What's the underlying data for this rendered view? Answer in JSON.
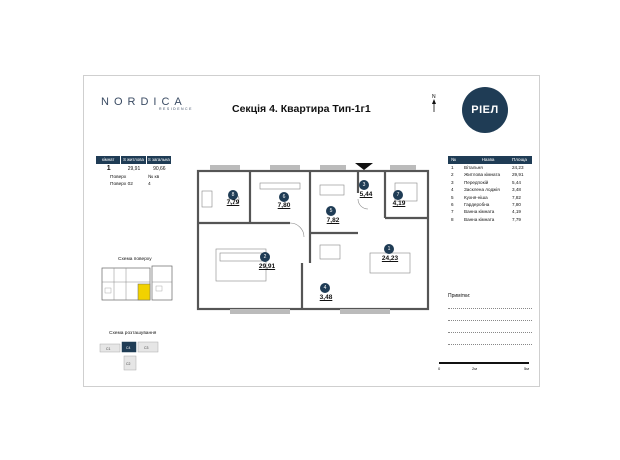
{
  "brand": {
    "name": "NORDICA",
    "sub": "RESIDENCE"
  },
  "title": "Секція 4. Квартира Тип-1г1",
  "north_label": "N",
  "developer_logo": "РІЕЛ",
  "colors": {
    "accent": "#1f3c55",
    "wall": "#555555"
  },
  "apartment_info": {
    "headers": [
      "кімнат",
      "S житлова",
      "S загальна"
    ],
    "values": [
      "1",
      "29,91",
      "90,66"
    ],
    "floor_label": "Поверх",
    "floor_value": "Поверх 02",
    "number_label": "№ кв",
    "number_value": "4"
  },
  "rooms": [
    {
      "n": "1",
      "name": "Вітальня",
      "area": "24,23"
    },
    {
      "n": "2",
      "name": "Житлова кімната",
      "area": "29,91"
    },
    {
      "n": "3",
      "name": "Передпокій",
      "area": "5,44"
    },
    {
      "n": "4",
      "name": "Засклена лоджія",
      "area": "3,48"
    },
    {
      "n": "5",
      "name": "Кухня-ніша",
      "area": "7,82"
    },
    {
      "n": "6",
      "name": "Гардеробна",
      "area": "7,80"
    },
    {
      "n": "7",
      "name": "Ванна кімната",
      "area": "4,19"
    },
    {
      "n": "8",
      "name": "Ванна кімната",
      "area": "7,79"
    }
  ],
  "legend_headers": [
    "№",
    "Назва",
    "Площа"
  ],
  "notes_label": "Примітки:",
  "floor_scheme_label": "Схема поверху",
  "location_scheme_label": "Схема розташування",
  "scale": {
    "t0": "0",
    "t1": "2м",
    "t2": "5м"
  },
  "plan_labels": {
    "r8": "7,79",
    "r6": "7,80",
    "r3": "5,44",
    "r7": "4,19",
    "r5": "7,82",
    "r2": "29,91",
    "r1": "24,23",
    "r4": "3,48"
  },
  "location_blocks": [
    "С1",
    "С4",
    "С3",
    "С2"
  ]
}
